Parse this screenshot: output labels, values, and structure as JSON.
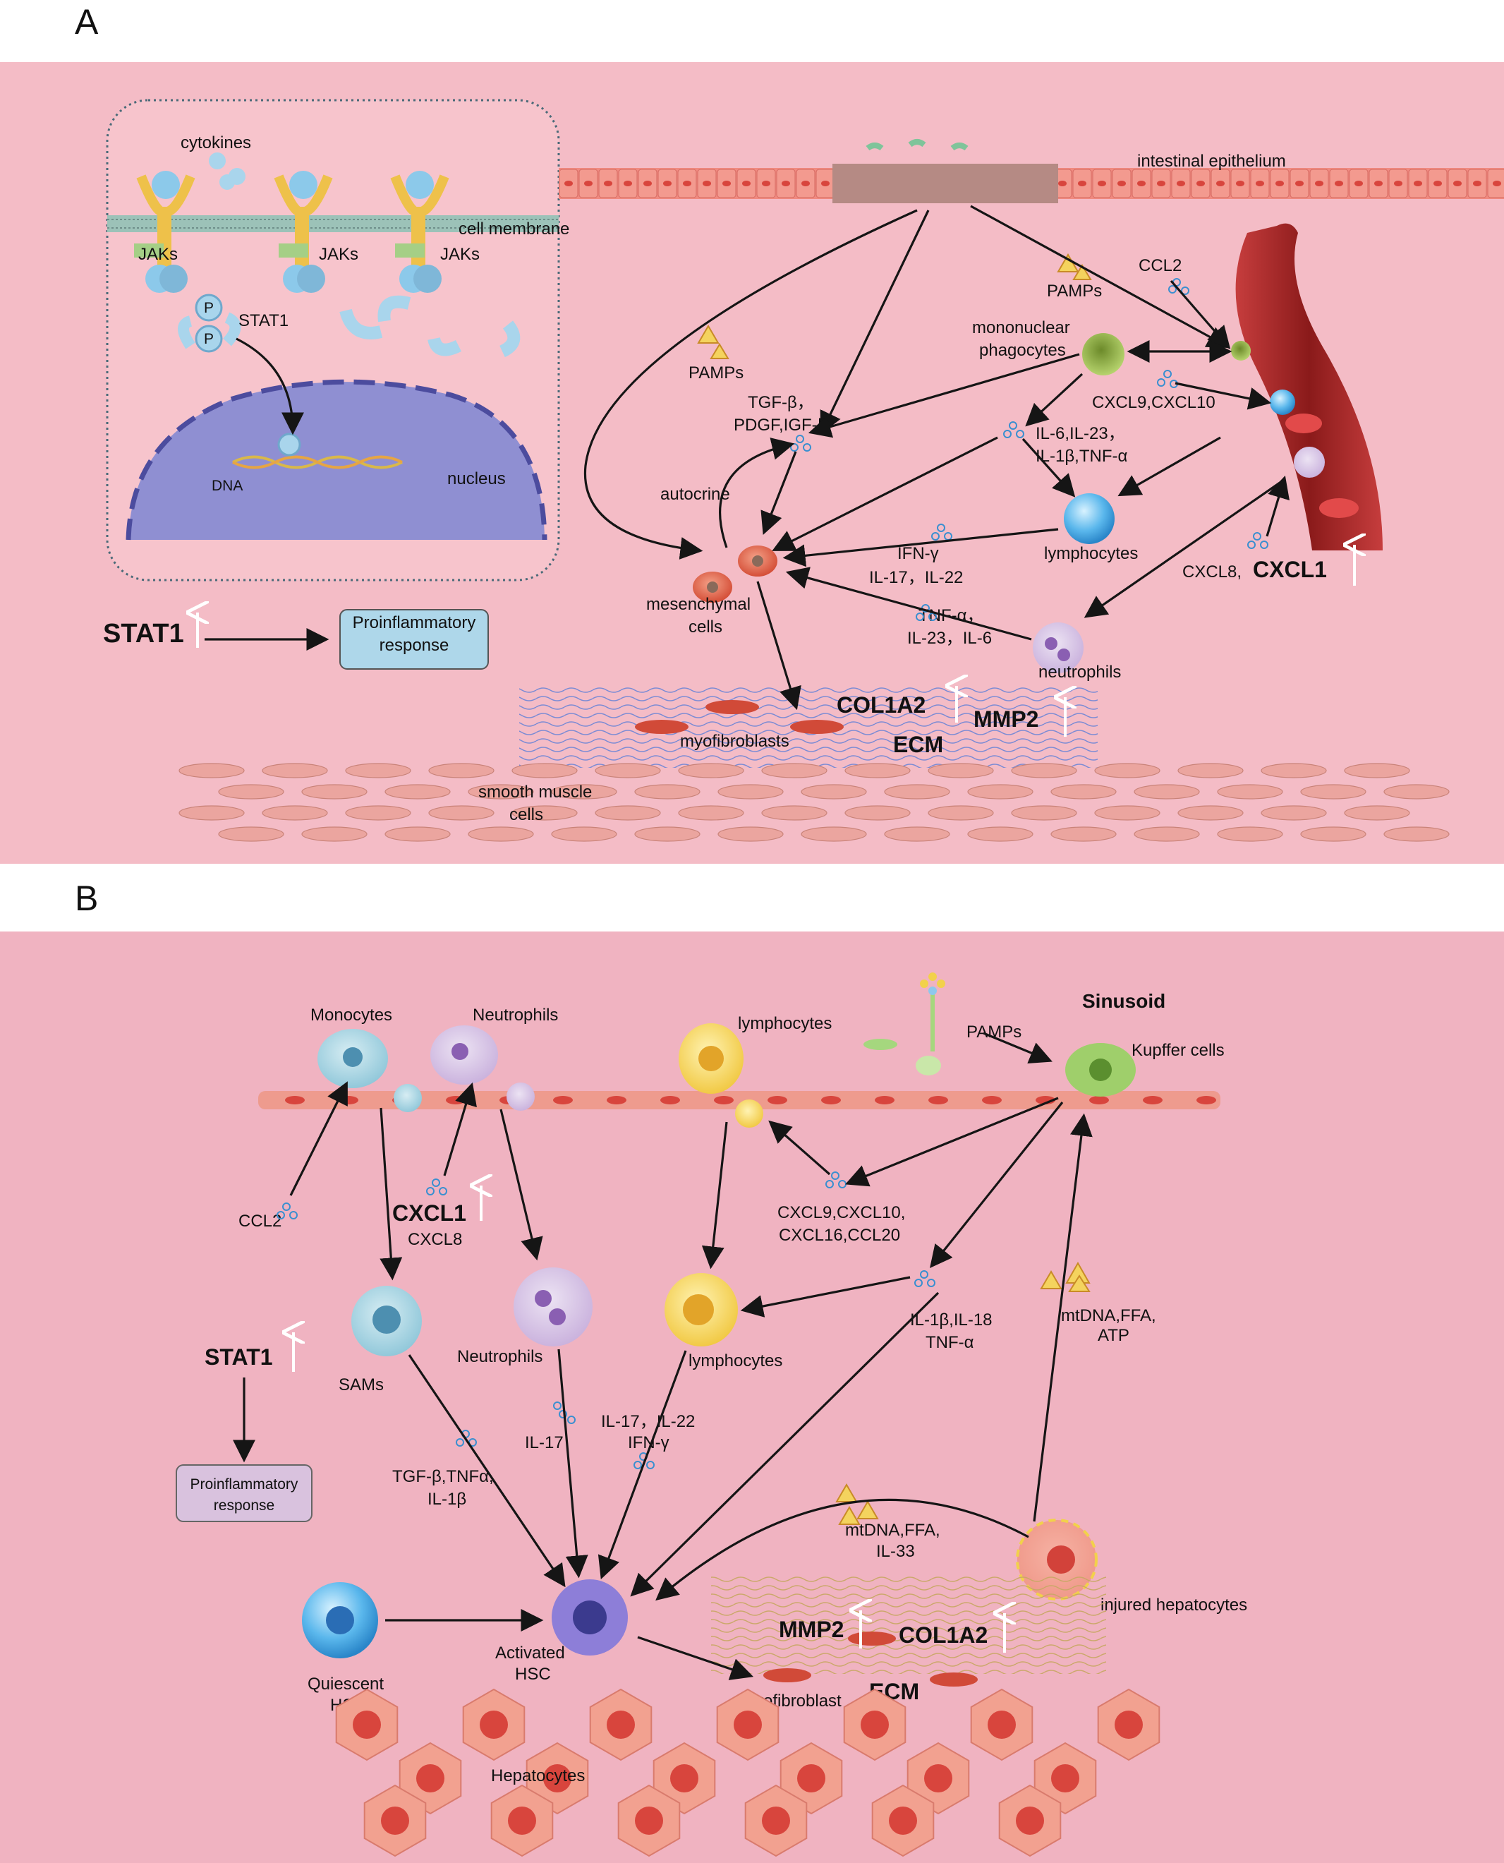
{
  "panels": {
    "a": {
      "letter": "A",
      "inset": {
        "cytokines": "cytokines",
        "cell_membrane": "cell membrane",
        "jaks": [
          "JAKs",
          "JAKs",
          "JAKs"
        ],
        "stat1": "STAT1",
        "phospho": "P",
        "dna": "DNA",
        "nucleus": "nucleus"
      },
      "stat1_label": "STAT1",
      "proinflammatory": [
        "Proinflammatory",
        "response"
      ],
      "intestinal_epithelium": "intestinal epithelium",
      "pamps": [
        "PAMPs",
        "PAMPs"
      ],
      "ccl2": "CCL2",
      "mononuclear": [
        "mononuclear",
        "phagocytes"
      ],
      "cxcl9_10": "CXCL9,CXCL10",
      "tgf_line1": "TGF-β，",
      "tgf_line2": "PDGF,IGF-Ⅰ",
      "il6_line1": "IL-6,IL-23，",
      "il6_line2": "IL-1β,TNF-α",
      "autocrine": "autocrine",
      "lymphocytes": "lymphocytes",
      "ifn_line1": "IFN-γ",
      "ifn_line2": "IL-17，IL-22",
      "cxcl8": "CXCL8,",
      "cxcl1": "CXCL1",
      "mesenchymal": [
        "mesenchymal",
        "cells"
      ],
      "tnf_line1": "TNF-α，",
      "tnf_line2": "IL-23，IL-6",
      "neutrophils": "neutrophils",
      "col1a2": "COL1A2",
      "mmp2": "MMP2",
      "ecm": "ECM",
      "myofibroblasts": "myofibroblasts",
      "smooth_muscle": [
        "smooth muscle",
        "cells"
      ]
    },
    "b": {
      "letter": "B",
      "monocytes": "Monocytes",
      "neutrophils_top": "Neutrophils",
      "lymphocytes_top": "lymphocytes",
      "pamps": "PAMPs",
      "sinusoid": "Sinusoid",
      "kupffer": "Kupffer cells",
      "ccl2": "CCL2",
      "cxcl1": "CXCL1",
      "cxcl8": "CXCL8",
      "cxcl_group": [
        "CXCL9,CXCL10,",
        "CXCL16,CCL20"
      ],
      "il1b_group": [
        "IL-1β,IL-18",
        "TNF-α"
      ],
      "mtdna_atp": [
        "mtDNA,FFA,",
        "ATP"
      ],
      "stat1": "STAT1",
      "sams": "SAMs",
      "neutrophils_mid": "Neutrophils",
      "lymphocytes_mid": "lymphocytes",
      "il17": "IL-17",
      "il17_22": [
        "IL-17，IL-22",
        "IFN-γ"
      ],
      "tgf_group": [
        "TGF-β,TNFα,",
        "IL-1β"
      ],
      "proinflammatory": [
        "Proinflammatory",
        "response"
      ],
      "mtdna_il33": [
        "mtDNA,FFA,",
        "IL-33"
      ],
      "injured": "injured hepatocytes",
      "quiescent": [
        "Quiescent",
        "HSC"
      ],
      "activated": [
        "Activated",
        "HSC"
      ],
      "mmp2": "MMP2",
      "col1a2": "COL1A2",
      "ecm": "ECM",
      "myofibroblast": "Myofibroblast",
      "hepatocytes": "Hepatocytes"
    }
  },
  "colors": {
    "panel_a_bg": "#f4bcc6",
    "panel_b_bg": "#f0b3c1",
    "epithelium": "#f08a80",
    "vessel": "#9f2424",
    "stat1_box_a": "#aed7ea",
    "stat1_box_b": "#d9c2de",
    "nucleus": "#8f8fd2"
  }
}
